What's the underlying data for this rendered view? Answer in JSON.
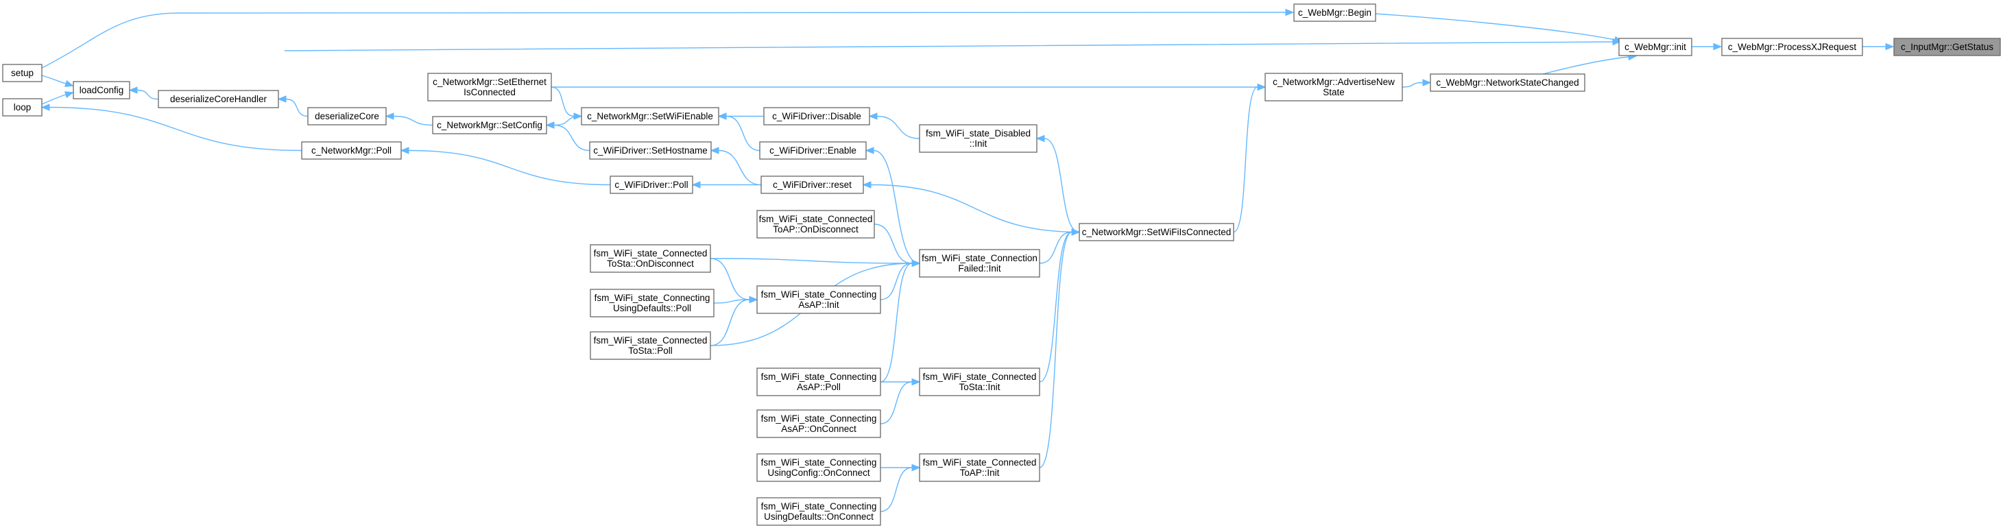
{
  "root": "n_getstatus",
  "nodes": [
    {
      "id": "n_getstatus",
      "lines": [
        "c_InputMgr::GetStatus"
      ]
    },
    {
      "id": "n_processxj",
      "lines": [
        "c_WebMgr::ProcessXJRequest"
      ]
    },
    {
      "id": "n_webinit",
      "lines": [
        "c_WebMgr::init"
      ]
    },
    {
      "id": "n_webbegin",
      "lines": [
        "c_WebMgr::Begin"
      ]
    },
    {
      "id": "n_netstatechanged",
      "lines": [
        "c_WebMgr::NetworkStateChanged"
      ]
    },
    {
      "id": "n_setup",
      "lines": [
        "setup"
      ]
    },
    {
      "id": "n_loadconfig",
      "lines": [
        "loadConfig"
      ]
    },
    {
      "id": "n_loop",
      "lines": [
        "loop"
      ]
    },
    {
      "id": "n_advertise",
      "lines": [
        "c_NetworkMgr::AdvertiseNew",
        "State"
      ]
    },
    {
      "id": "n_deserhandler",
      "lines": [
        "deserializeCoreHandler"
      ]
    },
    {
      "id": "n_desercore",
      "lines": [
        "deserializeCore"
      ]
    },
    {
      "id": "n_setethernet",
      "lines": [
        "c_NetworkMgr::SetEthernet",
        "IsConnected"
      ]
    },
    {
      "id": "n_setwifienable",
      "lines": [
        "c_NetworkMgr::SetWiFiEnable"
      ]
    },
    {
      "id": "n_setconfig",
      "lines": [
        "c_NetworkMgr::SetConfig"
      ]
    },
    {
      "id": "n_netpoll",
      "lines": [
        "c_NetworkMgr::Poll"
      ]
    },
    {
      "id": "n_wifidisable",
      "lines": [
        "c_WiFiDriver::Disable"
      ]
    },
    {
      "id": "n_wifienable",
      "lines": [
        "c_WiFiDriver::Enable"
      ]
    },
    {
      "id": "n_sethostname",
      "lines": [
        "c_WiFiDriver::SetHostname"
      ]
    },
    {
      "id": "n_wifipoll",
      "lines": [
        "c_WiFiDriver::Poll"
      ]
    },
    {
      "id": "n_wifireset",
      "lines": [
        "c_WiFiDriver::reset"
      ]
    },
    {
      "id": "n_disabledinit",
      "lines": [
        "fsm_WiFi_state_Disabled",
        "::Init"
      ]
    },
    {
      "id": "n_setwifiisconnected",
      "lines": [
        "c_NetworkMgr::SetWiFiIsConnected"
      ]
    },
    {
      "id": "n_ctoap_ondisc",
      "lines": [
        "fsm_WiFi_state_Connected",
        "ToAP::OnDisconnect"
      ]
    },
    {
      "id": "n_connfailed",
      "lines": [
        "fsm_WiFi_state_Connection",
        "Failed::Init"
      ]
    },
    {
      "id": "n_ctosta_ondisc",
      "lines": [
        "fsm_WiFi_state_Connected",
        "ToSta::OnDisconnect"
      ]
    },
    {
      "id": "n_cud_poll",
      "lines": [
        "fsm_WiFi_state_Connecting",
        "UsingDefaults::Poll"
      ]
    },
    {
      "id": "n_casap_init",
      "lines": [
        "fsm_WiFi_state_Connecting",
        "AsAP::Init"
      ]
    },
    {
      "id": "n_ctosta_poll",
      "lines": [
        "fsm_WiFi_state_Connected",
        "ToSta::Poll"
      ]
    },
    {
      "id": "n_casap_poll",
      "lines": [
        "fsm_WiFi_state_Connecting",
        "AsAP::Poll"
      ]
    },
    {
      "id": "n_ctosta_init",
      "lines": [
        "fsm_WiFi_state_Connected",
        "ToSta::Init"
      ]
    },
    {
      "id": "n_casap_onconn",
      "lines": [
        "fsm_WiFi_state_Connecting",
        "AsAP::OnConnect"
      ]
    },
    {
      "id": "n_cuc_onconn",
      "lines": [
        "fsm_WiFi_state_Connecting",
        "UsingConfig::OnConnect"
      ]
    },
    {
      "id": "n_ctoap_init",
      "lines": [
        "fsm_WiFi_state_Connected",
        "ToAP::Init"
      ]
    },
    {
      "id": "n_cud_onconn",
      "lines": [
        "fsm_WiFi_state_Connecting",
        "UsingDefaults::OnConnect"
      ]
    }
  ],
  "edges": [
    {
      "from": "n_processxj",
      "to": "n_getstatus"
    },
    {
      "from": "n_webinit",
      "to": "n_processxj"
    },
    {
      "from": "n_webbegin",
      "to": "n_webinit"
    },
    {
      "from": "n_netstatechanged",
      "to": "n_webinit"
    },
    {
      "from": "n_loadconfig",
      "to": "n_webinit"
    },
    {
      "from": "n_setup",
      "to": "n_webbegin"
    },
    {
      "from": "n_setup",
      "to": "n_loadconfig"
    },
    {
      "from": "n_loop",
      "to": "n_loadconfig"
    },
    {
      "from": "n_deserhandler",
      "to": "n_loadconfig"
    },
    {
      "from": "n_desercore",
      "to": "n_deserhandler"
    },
    {
      "from": "n_setconfig",
      "to": "n_desercore"
    },
    {
      "from": "n_advertise",
      "to": "n_netstatechanged"
    },
    {
      "from": "n_setethernet",
      "to": "n_advertise"
    },
    {
      "from": "n_setwifiisconnected",
      "to": "n_advertise"
    },
    {
      "from": "n_setethernet",
      "to": "n_setwifienable"
    },
    {
      "from": "n_setwifienable",
      "to": "n_setconfig"
    },
    {
      "from": "n_sethostname",
      "to": "n_setconfig"
    },
    {
      "from": "n_netpoll",
      "to": "n_loop"
    },
    {
      "from": "n_wifipoll",
      "to": "n_netpoll"
    },
    {
      "from": "n_wifidisable",
      "to": "n_setwifienable"
    },
    {
      "from": "n_wifienable",
      "to": "n_setwifienable"
    },
    {
      "from": "n_wifireset",
      "to": "n_sethostname"
    },
    {
      "from": "n_wifireset",
      "to": "n_wifipoll"
    },
    {
      "from": "n_disabledinit",
      "to": "n_wifidisable"
    },
    {
      "from": "n_setwifiisconnected",
      "to": "n_disabledinit"
    },
    {
      "from": "n_setwifiisconnected",
      "to": "n_wifireset"
    },
    {
      "from": "n_connfailed",
      "to": "n_wifienable"
    },
    {
      "from": "n_connfailed",
      "to": "n_setwifiisconnected"
    },
    {
      "from": "n_ctosta_init",
      "to": "n_setwifiisconnected"
    },
    {
      "from": "n_ctoap_init",
      "to": "n_setwifiisconnected"
    },
    {
      "from": "n_ctoap_ondisc",
      "to": "n_connfailed"
    },
    {
      "from": "n_ctosta_ondisc",
      "to": "n_connfailed"
    },
    {
      "from": "n_casap_init",
      "to": "n_connfailed"
    },
    {
      "from": "n_ctosta_poll",
      "to": "n_connfailed"
    },
    {
      "from": "n_casap_poll",
      "to": "n_connfailed"
    },
    {
      "from": "n_ctosta_ondisc",
      "to": "n_casap_init"
    },
    {
      "from": "n_cud_poll",
      "to": "n_casap_init"
    },
    {
      "from": "n_ctosta_poll",
      "to": "n_casap_init"
    },
    {
      "from": "n_casap_poll",
      "to": "n_ctosta_init"
    },
    {
      "from": "n_casap_onconn",
      "to": "n_ctosta_init"
    },
    {
      "from": "n_cuc_onconn",
      "to": "n_ctoap_init"
    },
    {
      "from": "n_cud_onconn",
      "to": "n_ctoap_init"
    }
  ]
}
